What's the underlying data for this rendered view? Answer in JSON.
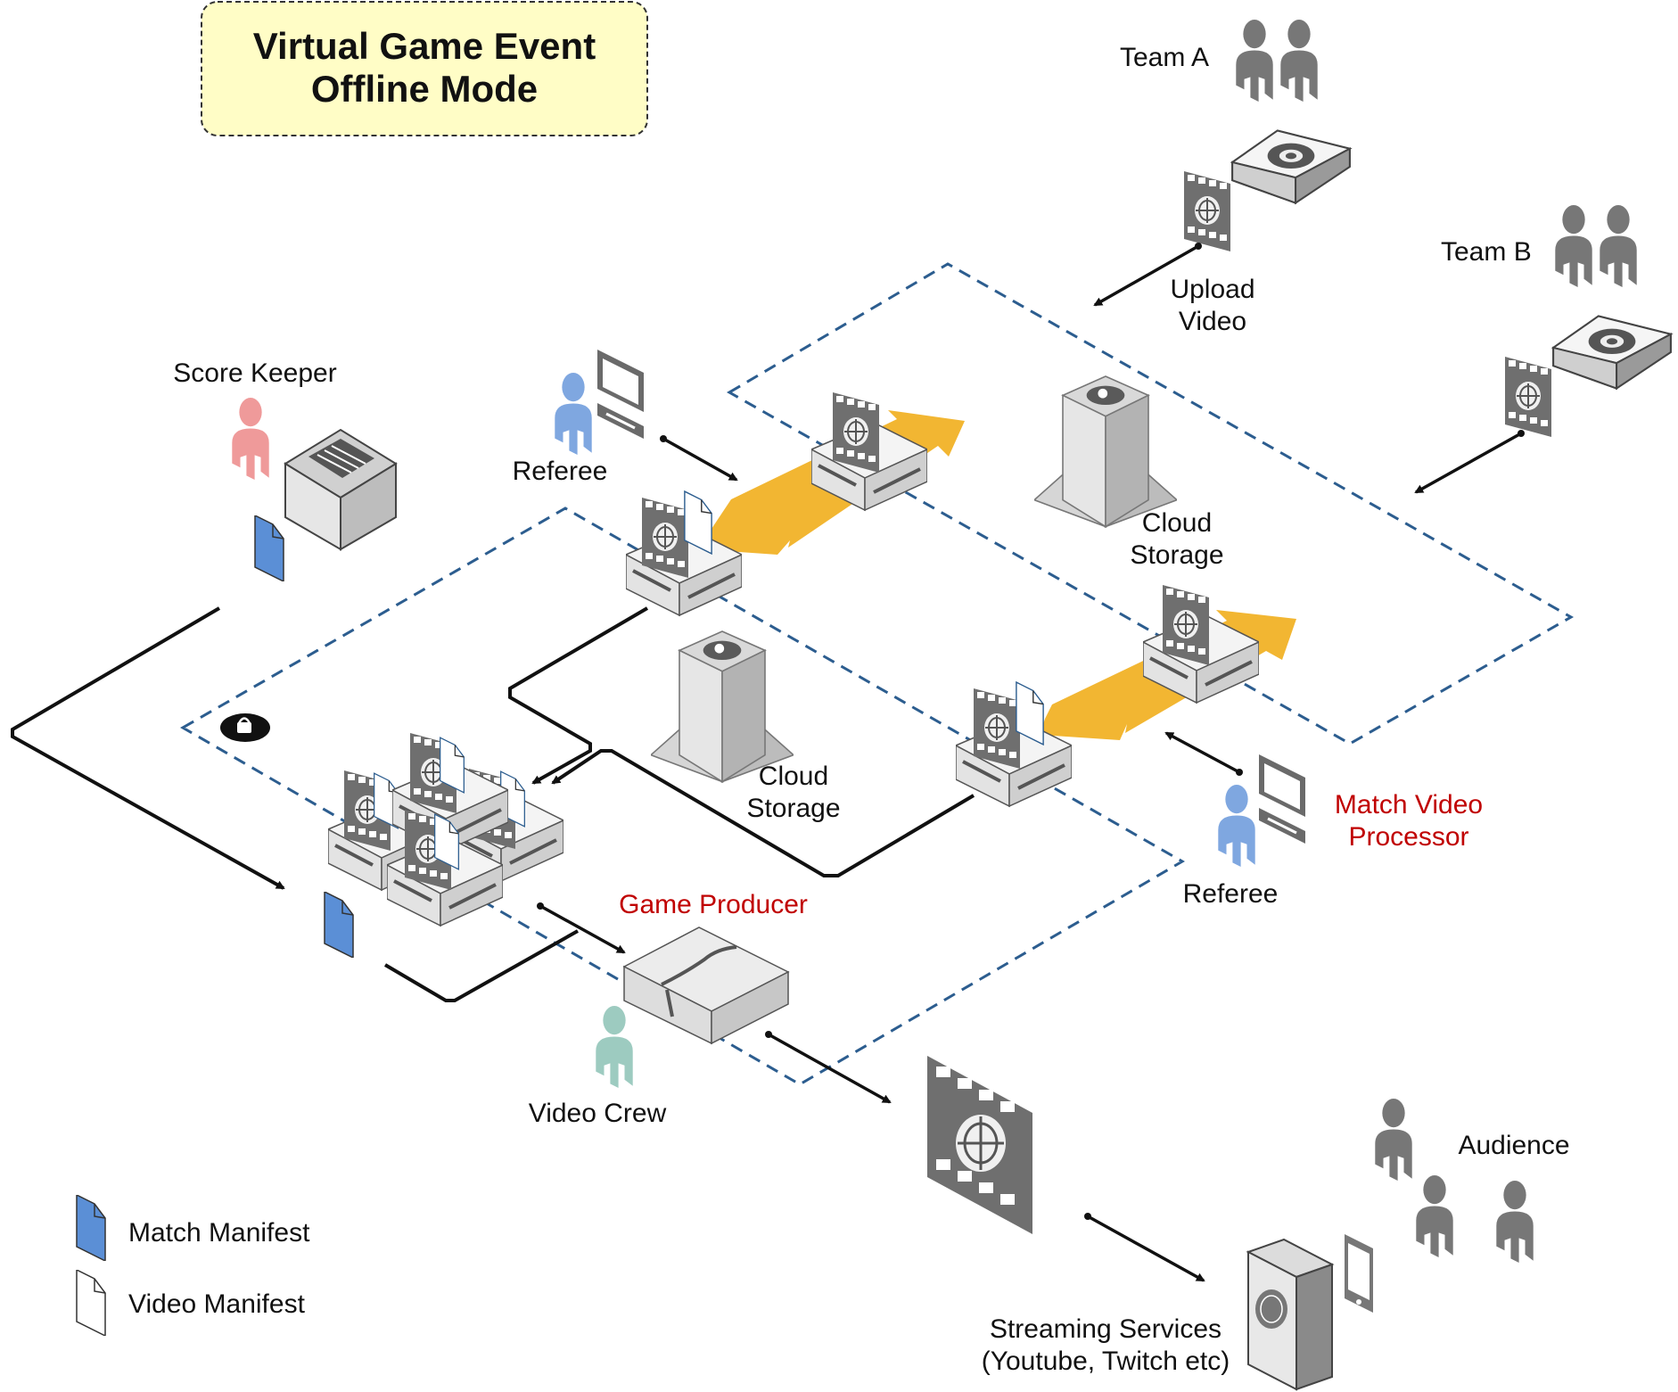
{
  "title": {
    "line1": "Virtual Game Event",
    "line2": "Offline Mode"
  },
  "labels": {
    "team_a": "Team A",
    "team_b": "Team B",
    "upload_video_1": "Upload",
    "upload_video_2": "Video",
    "score_keeper": "Score Keeper",
    "referee_top": "Referee",
    "referee_bottom": "Referee",
    "cloud_storage_top_1": "Cloud",
    "cloud_storage_top_2": "Storage",
    "cloud_storage_mid_1": "Cloud",
    "cloud_storage_mid_2": "Storage",
    "match_video_processor_1": "Match Video",
    "match_video_processor_2": "Processor",
    "game_producer": "Game Producer",
    "video_crew": "Video Crew",
    "audience": "Audience",
    "streaming_1": "Streaming Services",
    "streaming_2": "(Youtube, Twitch etc)"
  },
  "legend": {
    "match_manifest": "Match Manifest",
    "video_manifest": "Video Manifest"
  },
  "colors": {
    "title_box": "#fffdc6",
    "dashed_zone": "#2c5d8f",
    "highlight_arrow": "#f2b632",
    "accent_red": "#c00000",
    "person_blue": "#7fa7e0",
    "person_pink": "#ef9a9a",
    "person_teal": "#9dcbc0",
    "person_gray": "#777777",
    "match_manifest": "#5b8fd6"
  }
}
